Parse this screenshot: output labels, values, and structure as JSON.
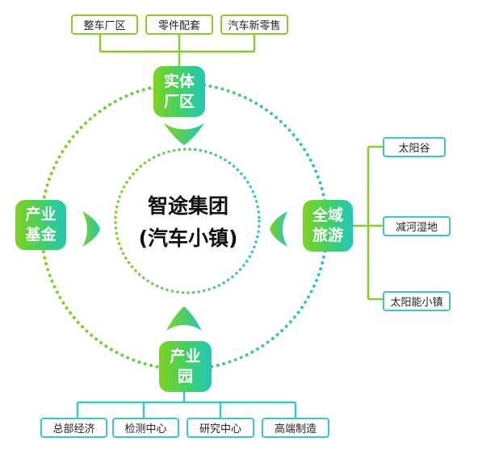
{
  "center": {
    "line1": "智途集团",
    "line2": "(汽车小镇)"
  },
  "nodes": {
    "top": {
      "line1": "实体",
      "line2": "厂区"
    },
    "left": {
      "line1": "产业",
      "line2": "基金"
    },
    "right": {
      "line1": "全域",
      "line2": "旅游"
    },
    "bottom": {
      "line1": "产业",
      "line2": "园"
    }
  },
  "top_leaves": [
    "整车厂区",
    "零件配套",
    "汽车新零售"
  ],
  "right_leaves": [
    "太阳谷",
    "减河湿地",
    "太阳能小镇"
  ],
  "bottom_leaves": [
    "总部经济",
    "检测中心",
    "研究中心",
    "高端制造"
  ],
  "colors": {
    "green": "#8acb2f",
    "teal": "#3ac8c4",
    "dots_green": "#7ed321",
    "dots_teal": "#2ec4c4"
  }
}
